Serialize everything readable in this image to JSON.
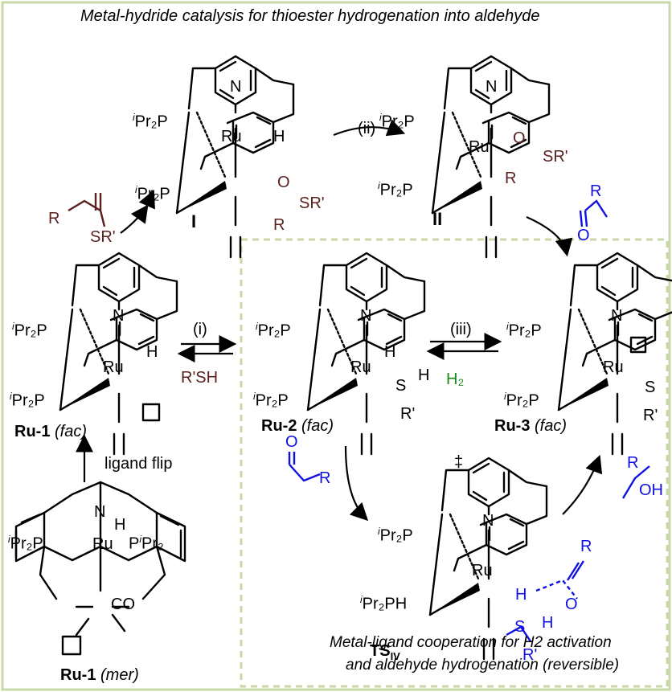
{
  "title": "Metal-hydride catalysis for thioester hydrogenation into aldehyde",
  "bottom_caption": [
    "Metal-ligand cooperation for H2 activation",
    "and aldehyde hydrogenation (reversible)"
  ],
  "steps": {
    "i": "(i)",
    "ii": "(ii)",
    "iii": "(iii)",
    "ligand_flip": "ligand flip"
  },
  "reagents": {
    "rsh": "R'SH",
    "h2": "H₂",
    "thioester_r": "R",
    "thioester_sr": "SR'"
  },
  "species": {
    "I": "I",
    "II": "II",
    "ru1_fac": "Ru-1",
    "ru1_fac_tag": "(fac)",
    "ru1_mer": "Ru-1",
    "ru1_mer_tag": "(mer)",
    "ru2": "Ru-2",
    "ru2_tag": "(fac)",
    "ru3": "Ru-3",
    "ru3_tag": "(fac)",
    "ts": "TS",
    "ts_sub": "IV",
    "dagger": "‡"
  },
  "atoms": {
    "ru": "Ru",
    "n": "N",
    "h": "H",
    "co": "CO",
    "s": "S",
    "o": "O",
    "r": "R",
    "rp": "R'",
    "pr2p": "Pr₂P",
    "ppr2": "Pr₂",
    "pr2ph": "Pr₂PH",
    "sr": "SR'",
    "oh": "OH",
    "ip": "i"
  },
  "colors": {
    "frame": "#c8d8a8",
    "black": "#000000",
    "blue": "#1010e0",
    "brown": "#5a1f1f",
    "green": "#1a8a1a"
  }
}
